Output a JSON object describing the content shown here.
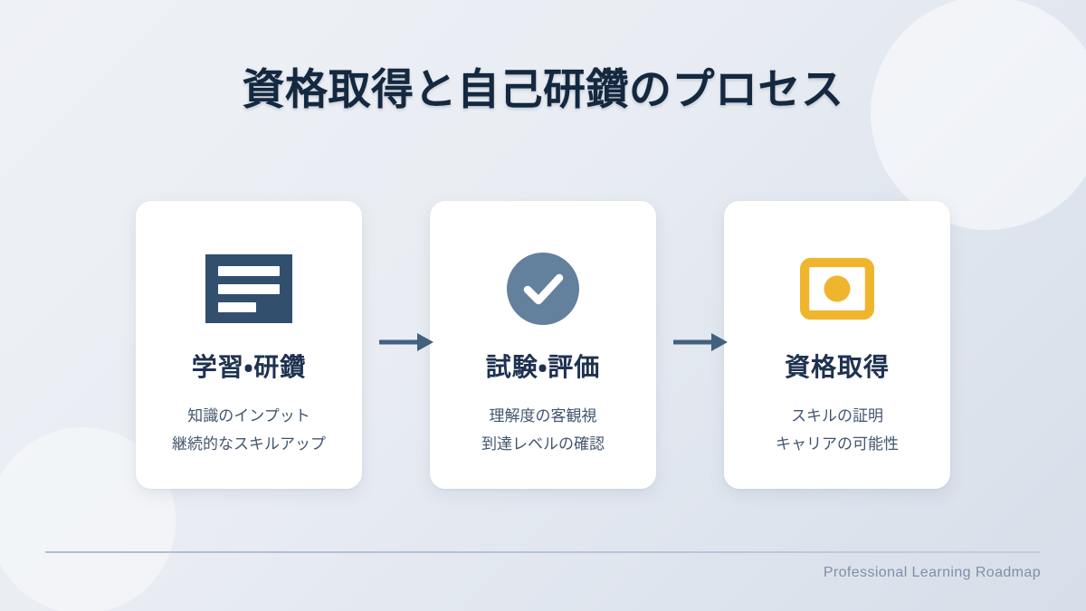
{
  "slide": {
    "title": "資格取得と自己研鑽のプロセス",
    "footer_label": "Professional Learning Roadmap"
  },
  "colors": {
    "background_start": "#eef1f5",
    "background_end": "#d7dee9",
    "title_text": "#14283f",
    "card_background": "#ffffff",
    "card_title_text": "#1e3250",
    "card_desc_text": "#42566f",
    "icon_navy": "#32506e",
    "icon_slate": "#63809d",
    "icon_amber": "#efb52c",
    "arrow": "#41617f",
    "footer_rule": "#aebdd2",
    "footer_text": "#7e90a8"
  },
  "steps": [
    {
      "index": 1,
      "icon": "document-lines-icon",
      "icon_color": "#32506e",
      "title": "学習・研鑽",
      "desc_line1": "知識のインプット",
      "desc_line2": "継続的なスキルアップ"
    },
    {
      "index": 2,
      "icon": "check-circle-icon",
      "icon_color": "#63809d",
      "title": "試験・評価",
      "desc_line1": "理解度の客観視",
      "desc_line2": "到達レベルの確認"
    },
    {
      "index": 3,
      "icon": "certificate-seal-icon",
      "icon_color": "#efb52c",
      "title": "資格取得",
      "desc_line1": "スキルの証明",
      "desc_line2": "キャリアの可能性"
    }
  ],
  "connectors": [
    {
      "name": "arrow-right-icon",
      "from_step": 1,
      "to_step": 2
    },
    {
      "name": "arrow-right-icon",
      "from_step": 2,
      "to_step": 3
    }
  ]
}
